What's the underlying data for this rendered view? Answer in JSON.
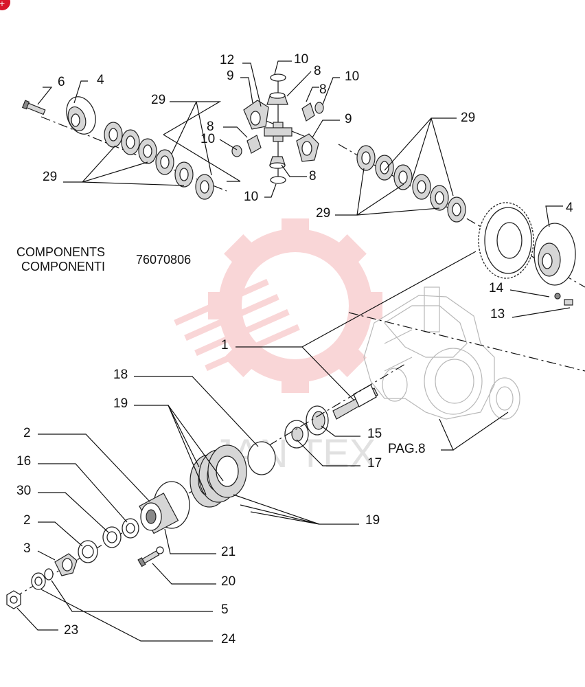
{
  "diagram": {
    "title_lines": [
      "COMPONENTS",
      "COMPONENTI"
    ],
    "part_number": "76070806",
    "page_reference": "PAG.8",
    "watermark_text": "JAN TEX",
    "callouts": {
      "c1": "1",
      "c2a": "2",
      "c2b": "2",
      "c3": "3",
      "c4a": "4",
      "c4b": "4",
      "c5": "5",
      "c6": "6",
      "c8a": "8",
      "c8b": "8",
      "c8c": "8",
      "c8d": "8",
      "c9a": "9",
      "c9b": "9",
      "c10a": "10",
      "c10b": "10",
      "c10c": "10",
      "c10d": "10",
      "c12": "12",
      "c13": "13",
      "c14": "14",
      "c15": "15",
      "c16": "16",
      "c17": "17",
      "c18": "18",
      "c19a": "19",
      "c19b": "19",
      "c20": "20",
      "c21": "21",
      "c23": "23",
      "c24": "24",
      "c29a": "29",
      "c29b": "29",
      "c29c": "29",
      "c29d": "29",
      "c30": "30"
    }
  },
  "colors": {
    "watermark": "#e8494f",
    "badge": "#d8182b",
    "ink": "#111111"
  },
  "badge_glyph": "+"
}
